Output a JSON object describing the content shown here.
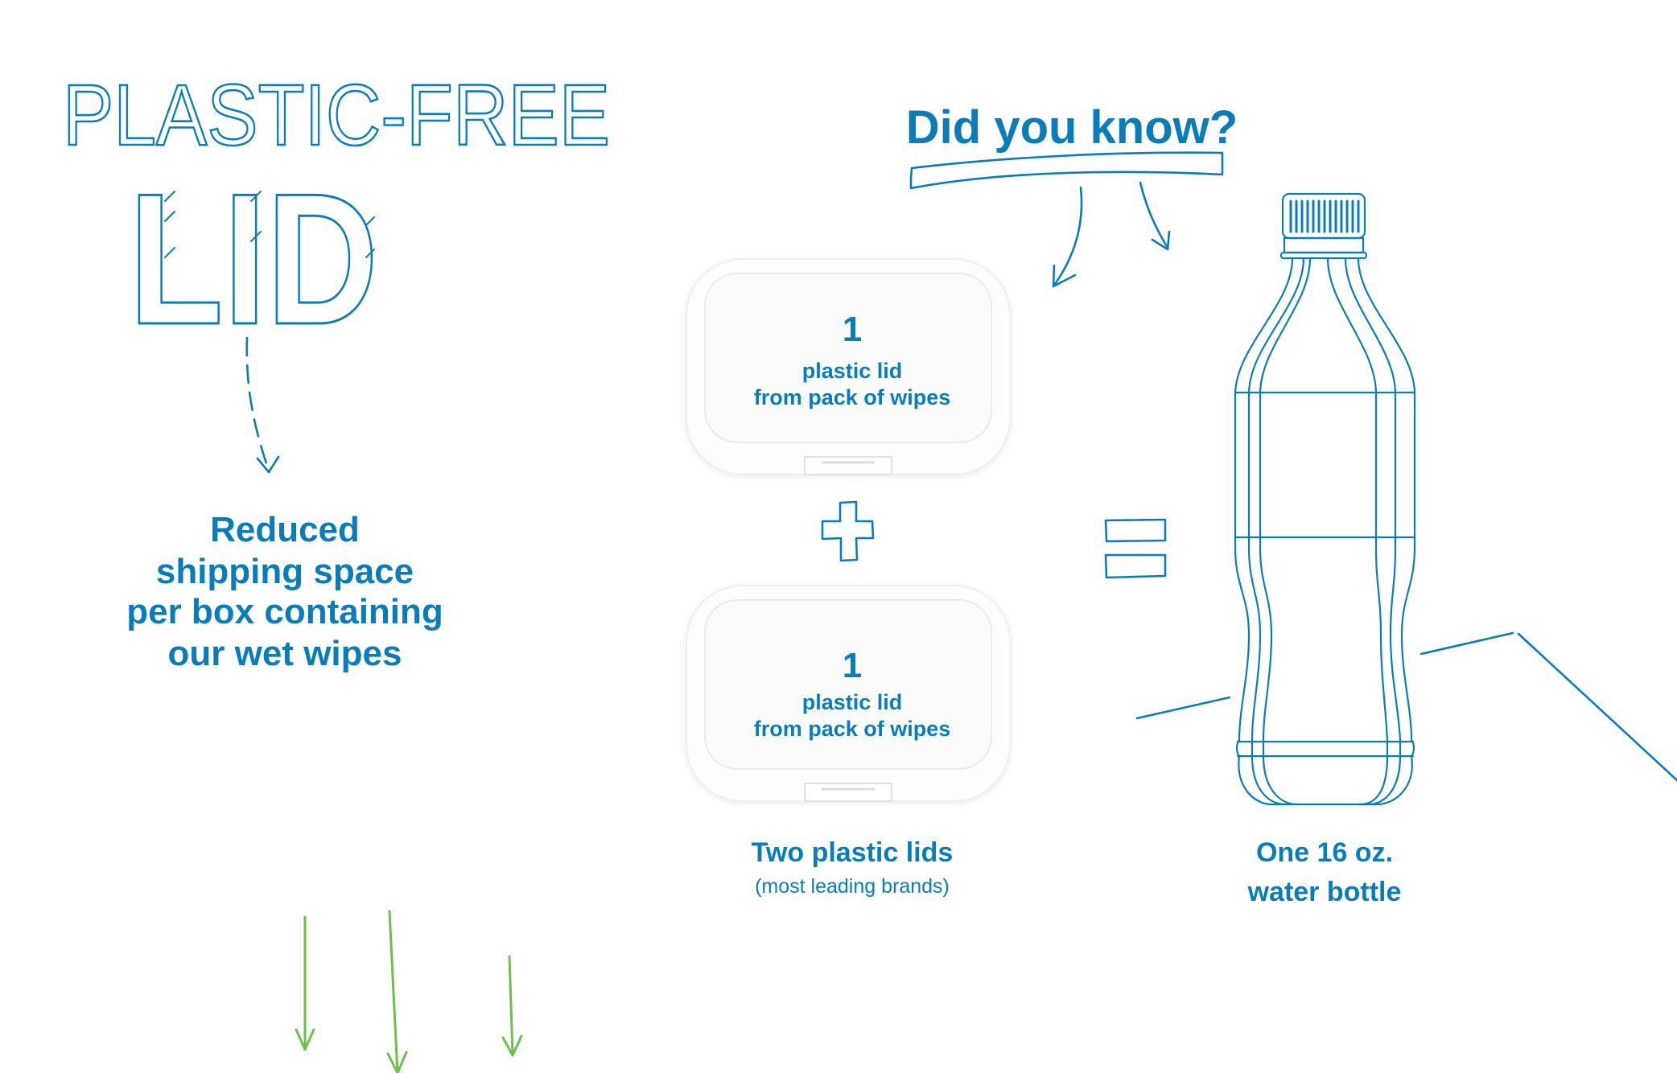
{
  "headline": {
    "line1": "PLASTIC-FREE",
    "line2": "LID"
  },
  "benefit": {
    "lines": [
      "Reduced",
      "shipping space",
      "per box containing",
      "our wet wipes"
    ]
  },
  "did_you_know": "Did you know?",
  "lids": [
    {
      "count": "1",
      "line1": "plastic lid",
      "line2": "from pack of wipes"
    },
    {
      "count": "1",
      "line1": "plastic lid",
      "line2": "from pack of wipes"
    }
  ],
  "lids_caption": {
    "title": "Two plastic lids",
    "subtitle": "(most leading brands)"
  },
  "bottle_caption": {
    "line1": "One 16 oz.",
    "line2": "water bottle"
  },
  "colors": {
    "brand_blue": "#0a7db8",
    "arrow_green": "#6cc04a"
  }
}
